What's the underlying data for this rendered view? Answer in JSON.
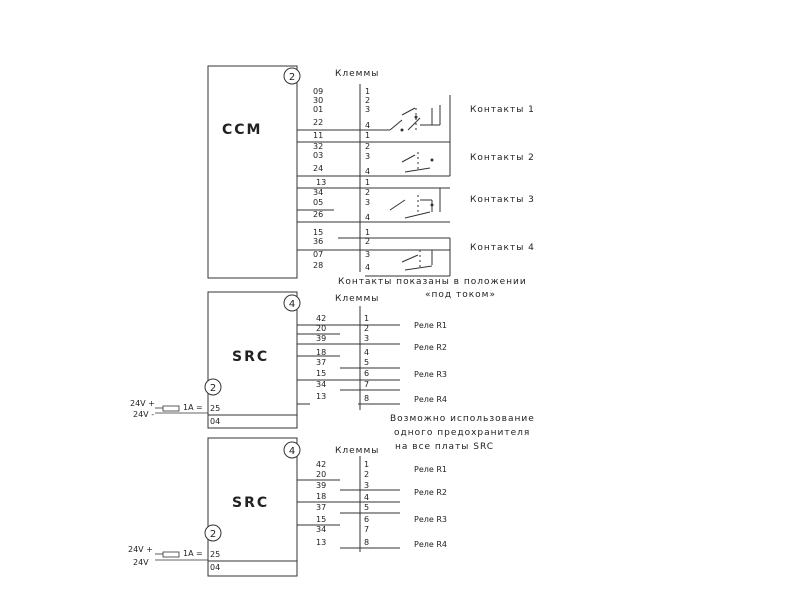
{
  "ccm": {
    "title": "CCM",
    "badge": "2",
    "terminals_label": "Клеммы",
    "left_pins": [
      "09",
      "30",
      "01",
      "22",
      "11",
      "32",
      "03",
      "24",
      "13",
      "34",
      "05",
      "26",
      "15",
      "36",
      "07",
      "28"
    ],
    "right_pins": [
      "1",
      "2",
      "3",
      "4",
      "1",
      "2",
      "3",
      "4",
      "1",
      "2",
      "3",
      "4",
      "1",
      "2",
      "3",
      "4"
    ],
    "contacts": [
      "Контакты 1",
      "Контакты 2",
      "Контакты 3",
      "Контакты 4"
    ],
    "note_line1": "Контакты показаны в положении",
    "note_line2": "«под током»"
  },
  "src1": {
    "title": "SRC",
    "badge_top": "4",
    "badge_bottom": "2",
    "terminals_label": "Клеммы",
    "left_pins": [
      "42",
      "20",
      "39",
      "18",
      "37",
      "15",
      "34",
      "13"
    ],
    "right_pins": [
      "1",
      "2",
      "3",
      "4",
      "5",
      "6",
      "7",
      "8"
    ],
    "relays": [
      "Реле R1",
      "Реле R2",
      "Реле R3",
      "Реле R4"
    ],
    "power_plus": "24V +",
    "power_minus": "24V -",
    "fuse": "1A",
    "power_pins": [
      "25",
      "04"
    ]
  },
  "note_fuse": [
    "Возможно использование",
    "одного предохранителя",
    "на все платы SRC"
  ],
  "src2": {
    "title": "SRC",
    "badge_top": "4",
    "badge_bottom": "2",
    "terminals_label": "Клеммы",
    "left_pins": [
      "42",
      "20",
      "39",
      "18",
      "37",
      "15",
      "34",
      "13"
    ],
    "right_pins": [
      "1",
      "2",
      "3",
      "4",
      "5",
      "6",
      "7",
      "8"
    ],
    "relays": [
      "Реле R1",
      "Реле R2",
      "Реле R3",
      "Реле R4"
    ],
    "power_plus": "24V +",
    "power_minus": "24V",
    "fuse": "1A",
    "power_pins": [
      "25",
      "04"
    ]
  }
}
